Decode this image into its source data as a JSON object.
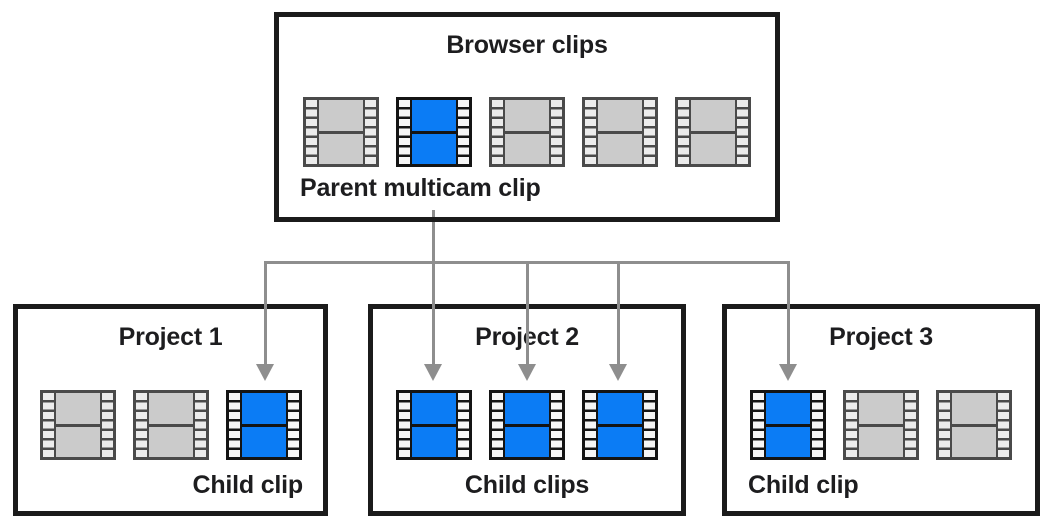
{
  "colors": {
    "clip_blue": "#0b7cf5",
    "clip_blue_border": "#141414",
    "clip_gray": "#cbcbcb",
    "clip_gray_border": "#4a4a4a",
    "hole_light": "#ececec",
    "hole_white": "#f6f6f6",
    "connector": "#8e8e8e",
    "box_border": "#1b1b1b",
    "text": "#1d1d1f",
    "background": "#ffffff"
  },
  "browser_box": {
    "title": "Browser clips",
    "caption": "Parent multicam clip",
    "clips": [
      "gray",
      "blue",
      "gray",
      "gray",
      "gray"
    ]
  },
  "project_boxes": [
    {
      "title": "Project 1",
      "caption": "Child clip",
      "clips": [
        "gray",
        "gray",
        "blue"
      ]
    },
    {
      "title": "Project 2",
      "caption": "Child clips",
      "clips": [
        "blue",
        "blue",
        "blue"
      ]
    },
    {
      "title": "Project 3",
      "caption": "Child clip",
      "clips": [
        "blue",
        "gray",
        "gray"
      ]
    }
  ],
  "arrows": {
    "source": "Parent multicam clip",
    "targets": [
      "Project 1 child clip 3",
      "Project 2 child clip 1",
      "Project 2 child clip 2",
      "Project 2 child clip 3",
      "Project 3 child clip 1"
    ]
  }
}
